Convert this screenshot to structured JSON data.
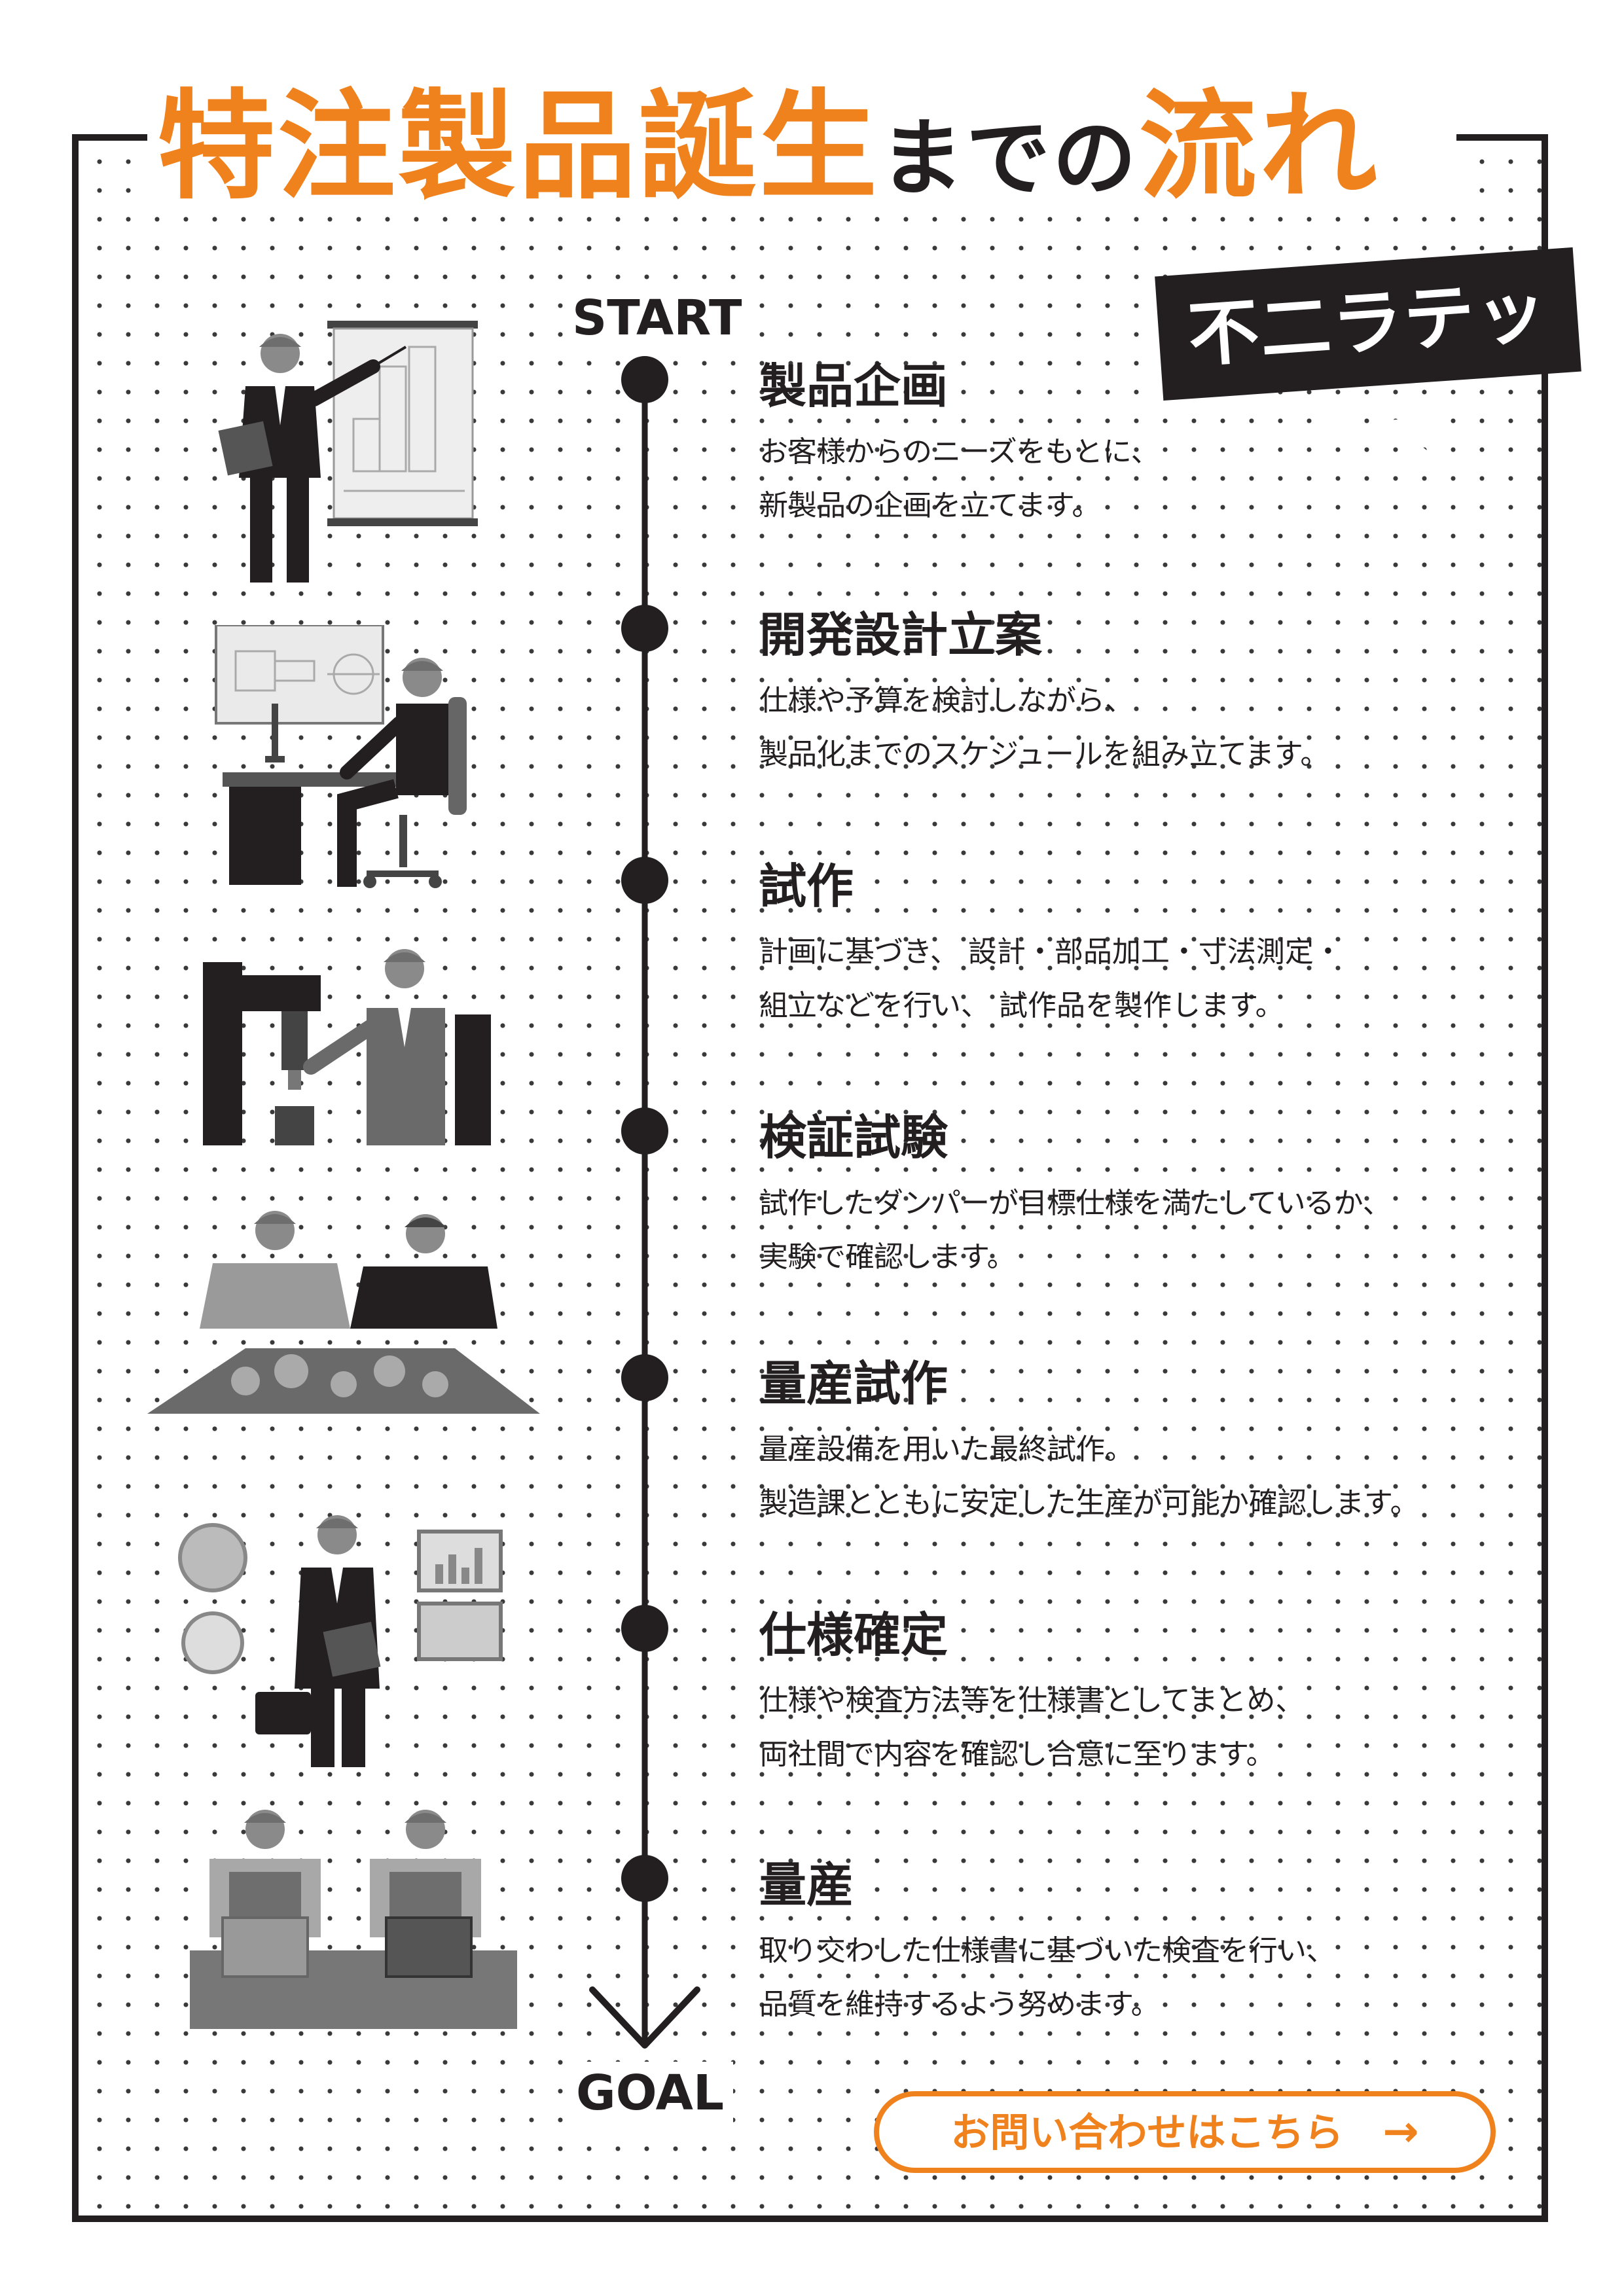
{
  "header": {
    "title_part1": "特注製品誕生",
    "title_part2": "までの",
    "title_part3": "流れ",
    "company": "不二ラテックス"
  },
  "timeline": {
    "start_label": "START",
    "goal_label": "GOAL"
  },
  "steps": [
    {
      "title": "製品企画",
      "line1": "お客様からのニーズをもとに、",
      "line2": "新製品の企画を立てます。"
    },
    {
      "title": "開発設計立案",
      "line1": "仕様や予算を検討しながら、",
      "line2": "製品化までのスケジュールを組み立てます。"
    },
    {
      "title": "試作",
      "line1": "計画に基づき、 設計・部品加工・寸法測定・",
      "line2": "組立などを行い、 試作品を製作します。"
    },
    {
      "title": "検証試験",
      "line1": "試作したダンパーが目標仕様を満たしているか、",
      "line2": "実験で確認します。"
    },
    {
      "title": "量産試作",
      "line1": "量産設備を用いた最終試作。",
      "line2": "製造課とともに安定した生産が可能か確認します。"
    },
    {
      "title": "仕様確定",
      "line1": "仕様や検査方法等を仕様書としてまとめ、",
      "line2": "両社間で内容を確認し合意に至ります。"
    },
    {
      "title": "量産",
      "line1": "取り交わした仕様書に基づいた検査を行い、",
      "line2": "品質を維持するよう努めます。"
    }
  ],
  "cta": {
    "label": "お問い合わせはこちら",
    "arrow": "→"
  },
  "colors": {
    "accent": "#f0821e",
    "ink": "#231f20"
  },
  "icons": [
    "presenter-icon",
    "designer-desk-icon",
    "machine-operator-icon",
    "team-gears-icon",
    "manager-charts-icon",
    "workers-boxes-icon",
    "arrow-right-icon"
  ]
}
